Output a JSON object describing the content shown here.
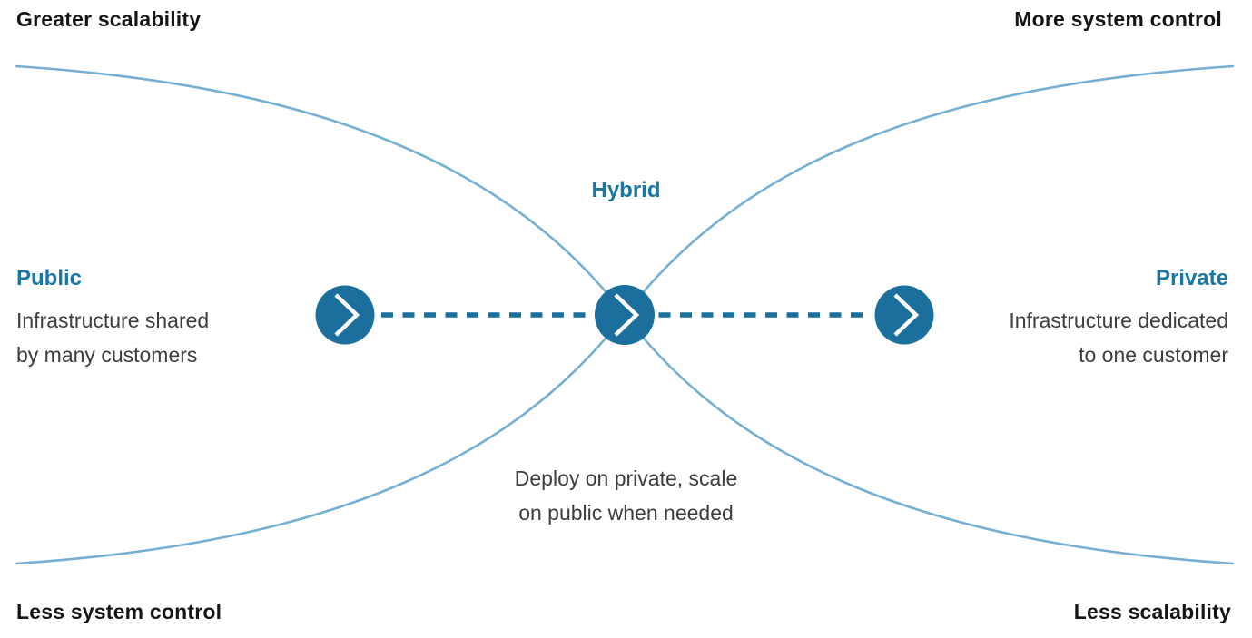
{
  "palette": {
    "node_fill": "#1B6F9C",
    "dash_stroke": "#1B6F9C",
    "curve_stroke": "#76AFD4",
    "heading_accent": "#1C76A4",
    "corner_text": "#151515",
    "body_text": "#3D3D3D",
    "chevron": "#FFFFFF"
  },
  "corner_labels": {
    "top_left": "Greater scalability",
    "top_right": "More system control",
    "bottom_left": "Less system control",
    "bottom_right": "Less scalability"
  },
  "nodes": {
    "public": {
      "label": "Public",
      "desc_line1": "Infrastructure shared",
      "desc_line2": "by many customers"
    },
    "hybrid": {
      "label": "Hybrid",
      "desc_line1": "Deploy on private, scale",
      "desc_line2": "on public when needed"
    },
    "private": {
      "label": "Private",
      "desc_line1": "Infrastructure dedicated",
      "desc_line2": "to one customer"
    }
  },
  "icons": {
    "node_icon": "chevron-right"
  }
}
